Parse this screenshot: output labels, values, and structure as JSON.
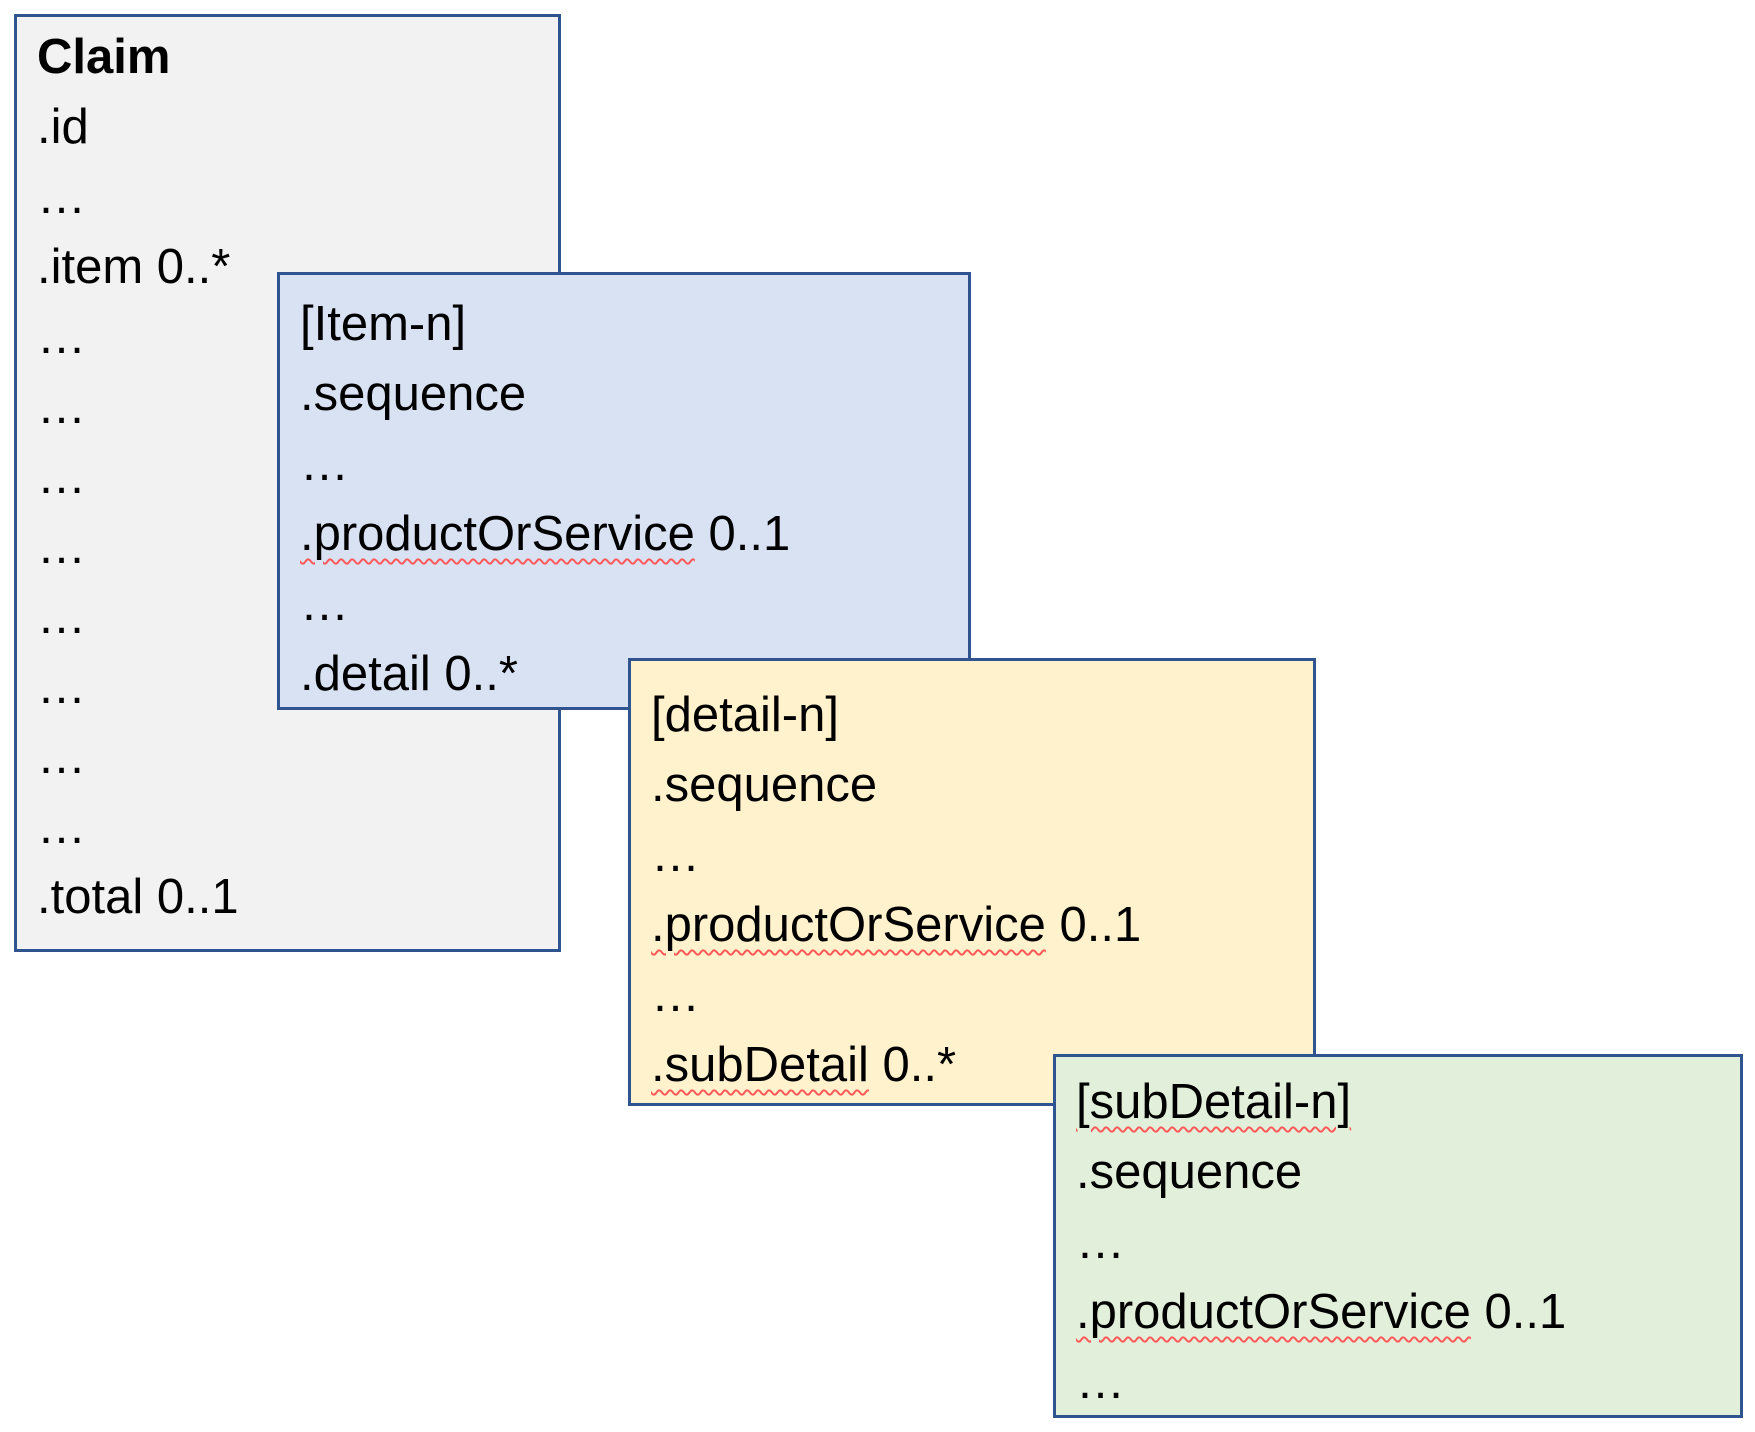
{
  "style": {
    "border_color": "#2F5490",
    "text_color": "#000000",
    "squiggle_color": "#FF5A5A",
    "background": "#FFFFFF"
  },
  "boxes": {
    "claim": {
      "title": "Claim",
      "fill": "#F2F2F2",
      "lines": [
        {
          "word": ".id",
          "rest": ""
        },
        {
          "word": "…",
          "rest": ""
        },
        {
          "word": ".item 0..*",
          "rest": ""
        },
        {
          "word": "…",
          "rest": ""
        },
        {
          "word": "…",
          "rest": ""
        },
        {
          "word": "…",
          "rest": ""
        },
        {
          "word": "…",
          "rest": ""
        },
        {
          "word": "…",
          "rest": ""
        },
        {
          "word": "…",
          "rest": ""
        },
        {
          "word": "…",
          "rest": ""
        },
        {
          "word": "…",
          "rest": ""
        },
        {
          "word": ".total 0..1",
          "rest": ""
        }
      ]
    },
    "item": {
      "title": "[Item-n]",
      "fill": "#D9E2F3",
      "lines": [
        {
          "word": ".sequence",
          "rest": ""
        },
        {
          "word": "…",
          "rest": ""
        },
        {
          "word": ".productOrService",
          "rest": " 0..1"
        },
        {
          "word": "…",
          "rest": ""
        },
        {
          "word": ".detail 0..*",
          "rest": ""
        }
      ]
    },
    "detail": {
      "title": "[detail-n]",
      "fill": "#FFF2CC",
      "lines": [
        {
          "word": ".sequence",
          "rest": ""
        },
        {
          "word": "…",
          "rest": ""
        },
        {
          "word": ".productOrService",
          "rest": " 0..1"
        },
        {
          "word": "…",
          "rest": ""
        },
        {
          "word": ".subDetail",
          "rest": " 0..*"
        }
      ]
    },
    "subdetail": {
      "title": "[subDetail-n]",
      "fill": "#E2EFDA",
      "lines": [
        {
          "word": ".sequence",
          "rest": ""
        },
        {
          "word": "…",
          "rest": ""
        },
        {
          "word": ".productOrService",
          "rest": " 0..1"
        },
        {
          "word": "…",
          "rest": ""
        }
      ]
    }
  }
}
